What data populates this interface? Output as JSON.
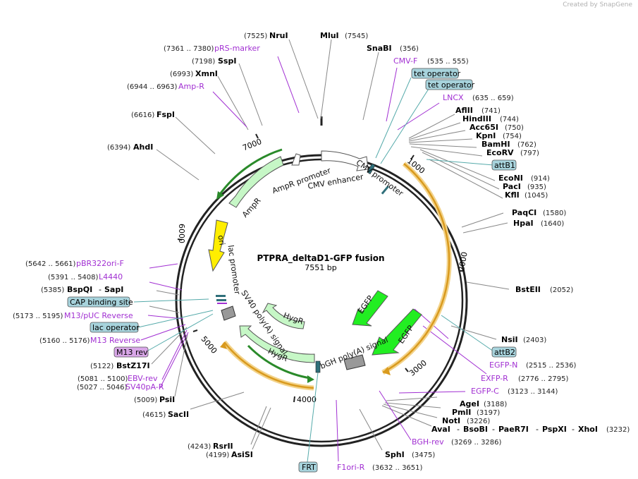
{
  "credit": "Created by SnapGene",
  "plasmid": {
    "name": "PTPRA_deltaD1-GFP fusion",
    "size_label": "7551 bp"
  },
  "ticks": [
    "1000",
    "2000",
    "3000",
    "4000",
    "5000",
    "6000",
    "7000"
  ],
  "features": {
    "ampr_promoter": "AmpR promoter",
    "ampr": "AmpR",
    "cmv_enhancer": "CMV enhancer",
    "cmv_promoter": "CMV promoter",
    "ori": "ori",
    "lac_promoter": "lac promoter",
    "sv40_polya": "SV40 poly(A) signal",
    "hygr_inner": "HygR",
    "hygr_outer": "HygR",
    "egfp_inner": "EGFP",
    "egfp_outer": "EGFP",
    "bgh_polya": "bGH poly(A) signal"
  },
  "labels": {
    "nrui": "NruI",
    "nrui_pos": "(7525)",
    "mlui": "MluI",
    "mlui_pos": "(7545)",
    "snabi": "SnaBI",
    "snabi_pos": "(356)",
    "cmvf": "CMV-F",
    "cmvf_pos": "(535 .. 555)",
    "tetop1": "tet operator",
    "tetop2": "tet operator",
    "lncx": "LNCX",
    "lncx_pos": "(635 .. 659)",
    "aflii": "AflII",
    "aflii_pos": "(741)",
    "hindiii": "HindIII",
    "hindiii_pos": "(744)",
    "acc65i": "Acc65I",
    "acc65i_pos": "(750)",
    "kpni": "KpnI",
    "kpni_pos": "(754)",
    "bamhi": "BamHI",
    "bamhi_pos": "(762)",
    "ecorv": "EcoRV",
    "ecorv_pos": "(797)",
    "attb1": "attB1",
    "econi": "EcoNI",
    "econi_pos": "(914)",
    "paci": "PacI",
    "paci_pos": "(935)",
    "kfli": "KflI",
    "kfli_pos": "(1045)",
    "paqci": "PaqCI",
    "paqci_pos": "(1580)",
    "hpai": "HpaI",
    "hpai_pos": "(1640)",
    "bsteii": "BstEII",
    "bsteii_pos": "(2052)",
    "nsii": "NsiI",
    "nsii_pos": "(2403)",
    "attb2": "attB2",
    "egfpn": "EGFP-N",
    "egfpn_pos": "(2515 .. 2536)",
    "exfpr": "EXFP-R",
    "exfpr_pos": "(2776 .. 2795)",
    "egfpc": "EGFP-C",
    "egfpc_pos": "(3123 .. 3144)",
    "agei": "AgeI",
    "agei_pos": "(3188)",
    "pmli": "PmlI",
    "pmli_pos": "(3197)",
    "noti": "NotI",
    "noti_pos": "(3226)",
    "avai": "AvaI",
    "bsobi": "BsoBI",
    "paer7i": "PaeR7I",
    "pspxi": "PspXI",
    "xhoi": "XhoI",
    "xhoi_pos": "(3232)",
    "dash": "-",
    "bghrev": "BGH-rev",
    "bghrev_pos": "(3269 .. 3286)",
    "sphi": "SphI",
    "sphi_pos": "(3475)",
    "f1orir": "F1ori-R",
    "f1orir_pos": "(3632 .. 3651)",
    "frt": "FRT",
    "rsrii": "RsrII",
    "rsrii_pos": "(4243)",
    "asisi": "AsiSI",
    "asisi_pos": "(4199)",
    "sacii": "SacII",
    "sacii_pos": "(4615)",
    "psii": "PsiI",
    "psii_pos": "(5009)",
    "sv40par": "SV40pA-R",
    "sv40par_pos": "(5027 .. 5046)",
    "ebvrev": "EBV-rev",
    "ebvrev_pos": "(5081 .. 5100)",
    "bstz17i": "BstZ17I",
    "bstz17i_pos": "(5122)",
    "m13rev": "M13 rev",
    "m13reverse": "M13 Reverse",
    "m13reverse_pos": "(5160 .. 5176)",
    "lacop": "lac operator",
    "m13puc": "M13/pUC Reverse",
    "m13puc_pos": "(5173 .. 5195)",
    "cap": "CAP binding site",
    "bspqi": "BspQI",
    "sapi": "SapI",
    "bspqi_pos": "(5385)",
    "l4440": "L4440",
    "l4440_pos": "(5391 .. 5408)",
    "pbr322": "pBR322ori-F",
    "pbr322_pos": "(5642 .. 5661)",
    "ahdi": "AhdI",
    "ahdi_pos": "(6394)",
    "fspi": "FspI",
    "fspi_pos": "(6616)",
    "amprp": "Amp-R",
    "amprp_pos": "(6944 .. 6963)",
    "xmni": "XmnI",
    "xmni_pos": "(6993)",
    "sspi": "SspI",
    "sspi_pos": "(7198)",
    "prsmarker": "pRS-marker",
    "prsmarker_pos": "(7361 .. 7380)"
  },
  "colors": {
    "backbone": "#222222",
    "purple": "#a12fd2",
    "box_fill": "#a7d3dc",
    "box_purple": "#d9a7e8",
    "ampr_green": "#c6f7c6",
    "ori_yellow": "#ffee00",
    "egfp_green": "#22ee22",
    "orange": "#e8a23a"
  }
}
